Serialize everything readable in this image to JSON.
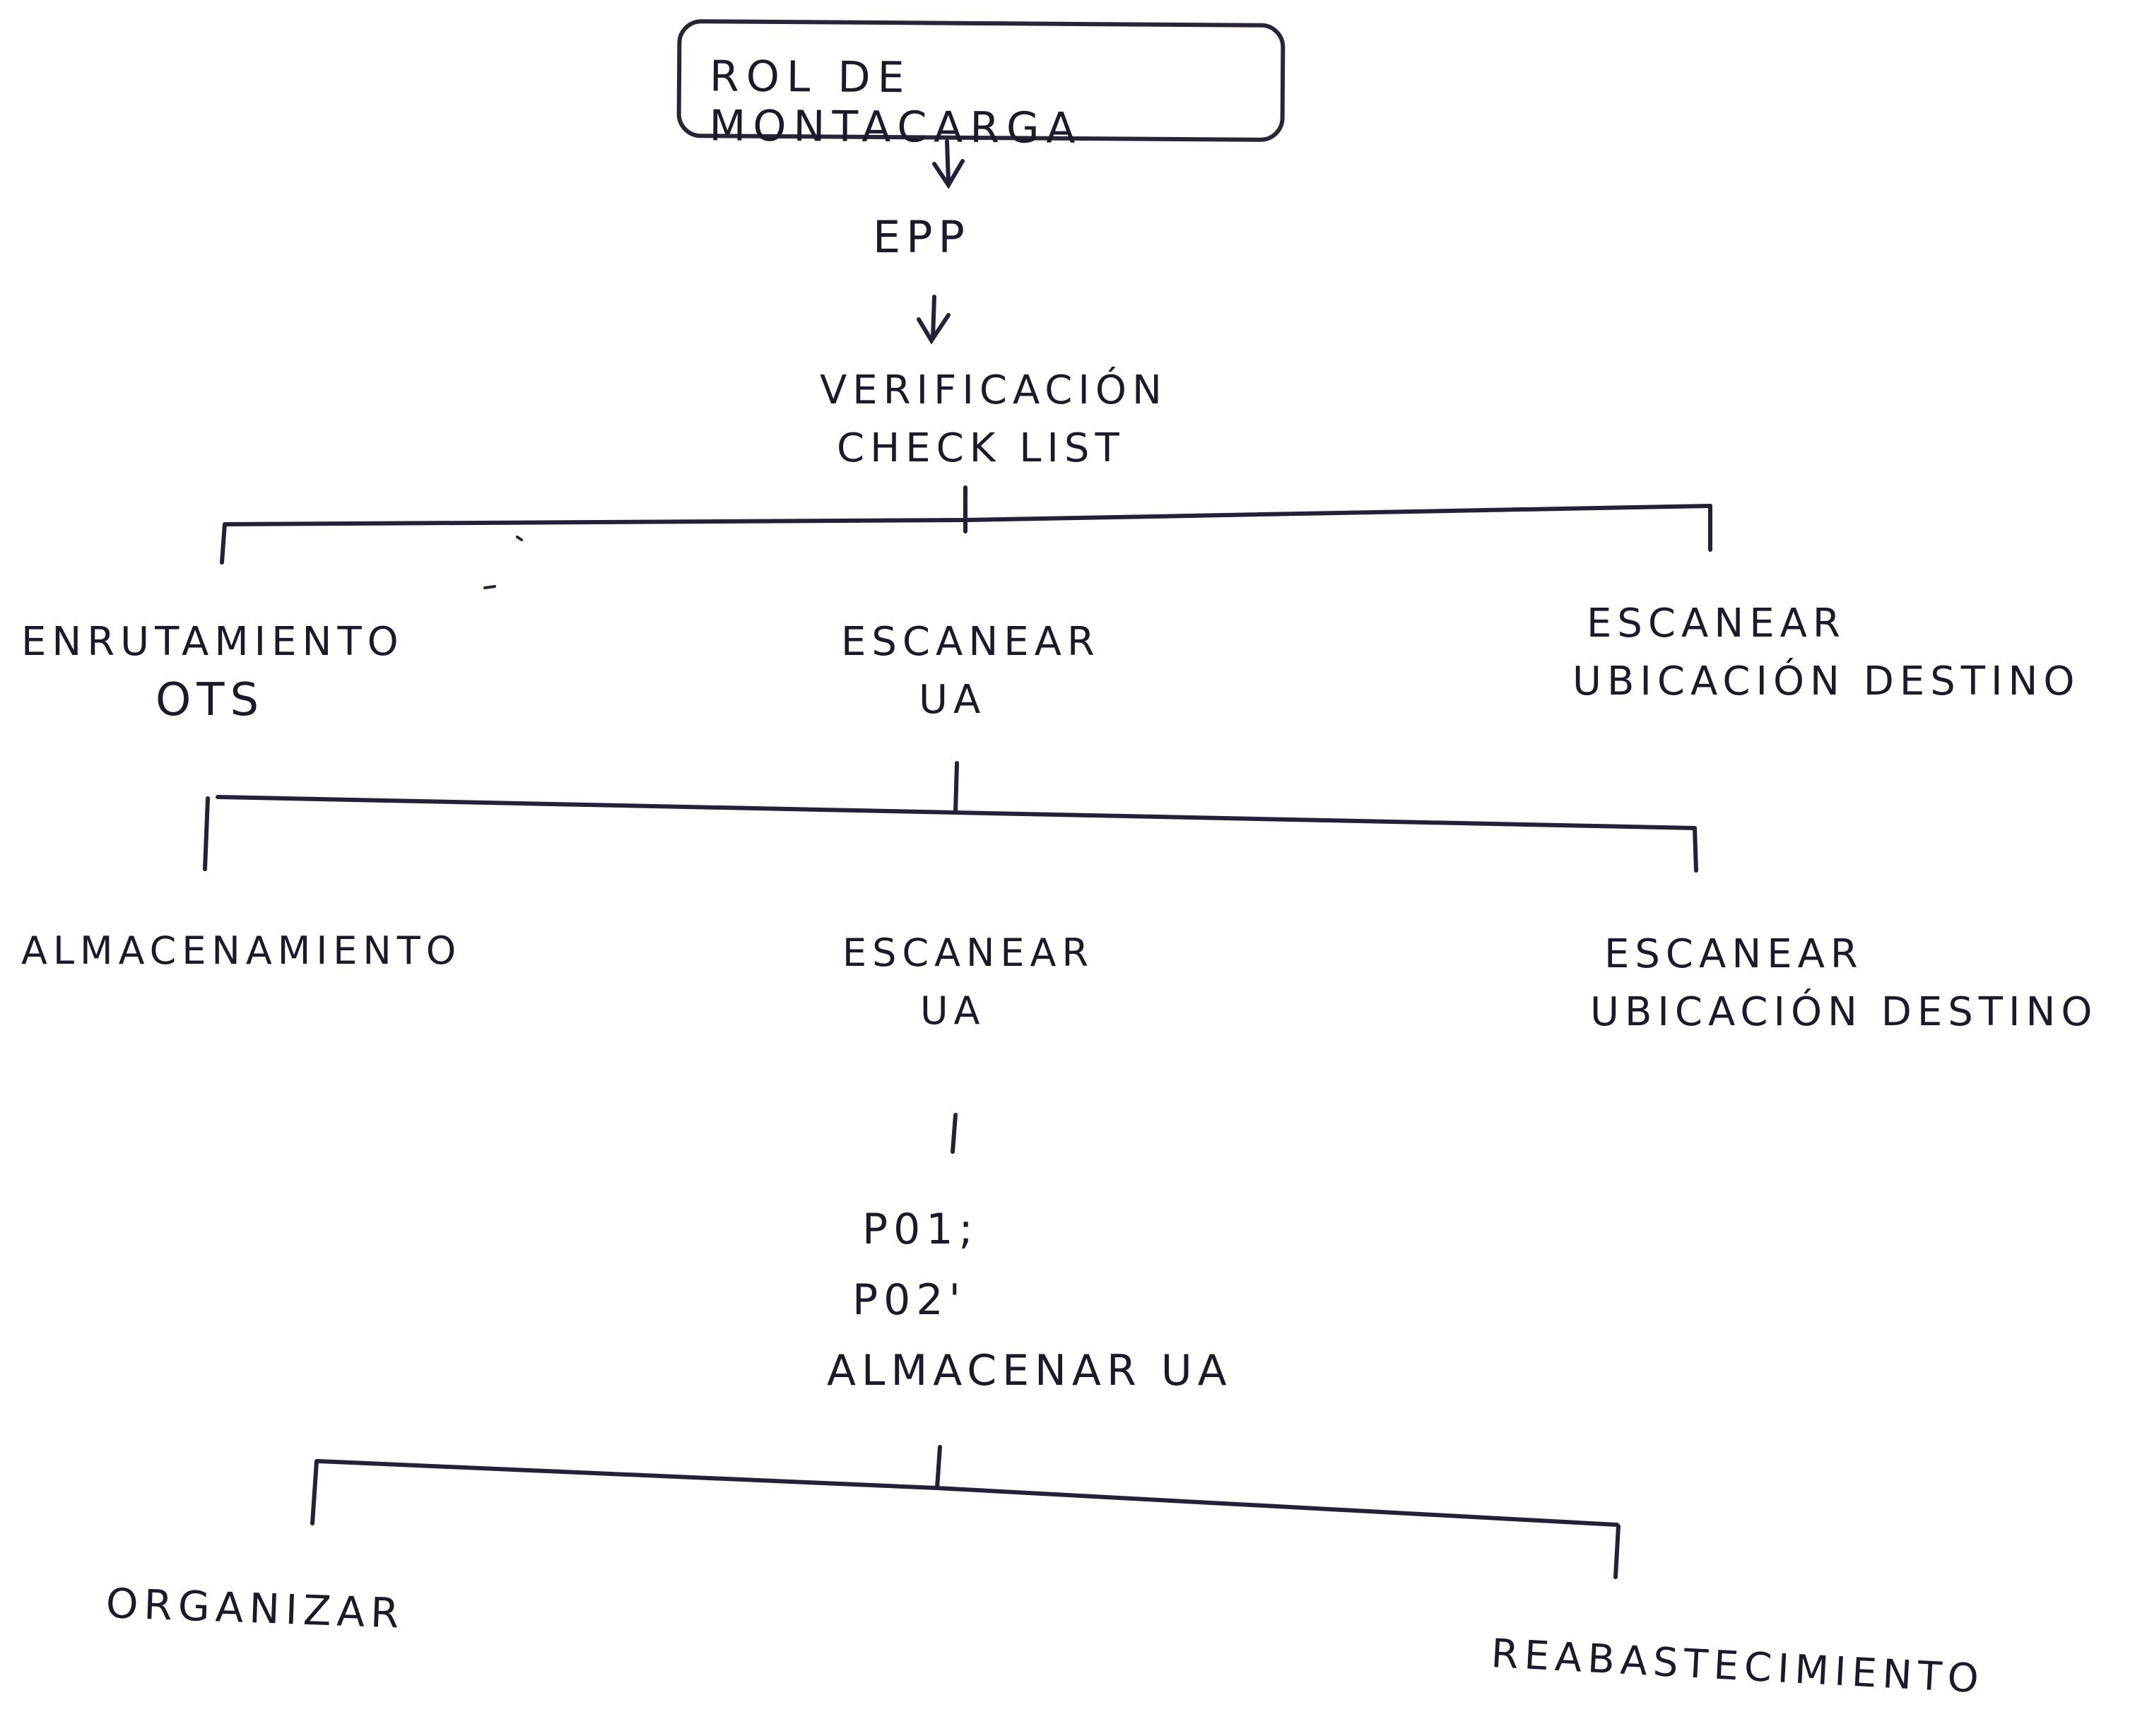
{
  "diagram": {
    "type": "hierarchy",
    "root": "ROL DE MONTACARGA",
    "sequence": [
      "EPP",
      "VERIFICACIÓN CHECK LIST"
    ],
    "nodes": {
      "epp": "EPP",
      "verificacion": {
        "line1": "VERIFICACIÓN",
        "line2": "CHECK LIST"
      },
      "enrutamiento": {
        "line1": "ENRUTAMIENTO",
        "line2": "OTS"
      },
      "escanear_ua_1": {
        "line1": "ESCANEAR",
        "line2": "UA"
      },
      "escanear_ubicacion_1": {
        "line1": "ESCANEAR",
        "line2": "UBICACIÓN DESTINO"
      },
      "almacenamiento": "ALMACENAMIENTO",
      "escanear_ua_2": {
        "line1": "ESCANEAR",
        "line2": "UA"
      },
      "escanear_ubicacion_2": {
        "line1": "ESCANEAR",
        "line2": "UBICACIÓN DESTINO"
      },
      "steps": {
        "line1": "P01;",
        "line2": "P02'",
        "line3": "ALMACENAR UA"
      },
      "organizar": "ORGANIZAR",
      "reabastecimiento": "REABASTECIMIENTO"
    },
    "edges": [
      [
        "ROL DE MONTACARGA",
        "EPP"
      ],
      [
        "EPP",
        "VERIFICACIÓN CHECK LIST"
      ],
      [
        "VERIFICACIÓN CHECK LIST",
        "ENRUTAMIENTO OTS"
      ],
      [
        "VERIFICACIÓN CHECK LIST",
        "ESCANEAR UA"
      ],
      [
        "VERIFICACIÓN CHECK LIST",
        "ESCANEAR UBICACIÓN DESTINO"
      ],
      [
        "ESCANEAR UA",
        "ALMACENAMIENTO"
      ],
      [
        "ESCANEAR UA",
        "ESCANEAR UA (2)"
      ],
      [
        "ESCANEAR UA",
        "ESCANEAR UBICACIÓN DESTINO (2)"
      ],
      [
        "ESCANEAR UA (2)",
        "P01; P02' ALMACENAR UA"
      ],
      [
        "P01; P02' ALMACENAR UA",
        "ORGANIZAR"
      ],
      [
        "P01; P02' ALMACENAR UA",
        "REABASTECIMIENTO"
      ]
    ]
  }
}
